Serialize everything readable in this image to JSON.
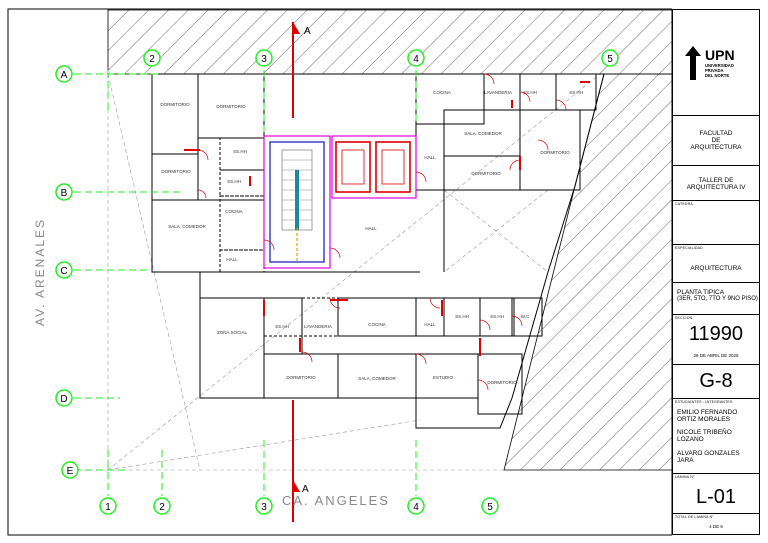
{
  "axes": {
    "letters": [
      "A",
      "B",
      "C",
      "D",
      "E"
    ],
    "numbers_top": [
      "2",
      "3",
      "4",
      "5"
    ],
    "numbers_bottom": [
      "1",
      "2",
      "3",
      "4",
      "5"
    ]
  },
  "section_marker": "A",
  "streets": {
    "left": "AV. ARENALES",
    "bottom": "CA. ANGELES"
  },
  "rooms": {
    "dormitorio": "DORMITORIO",
    "ss_hh": "SS.HH",
    "cocina": "COCINA",
    "lavanderia": "LAVANDERIA",
    "sala_comedor": "SALA, COMEDOR",
    "hall": "HALL",
    "zona_social": "ZONA SOCIAL",
    "estudio": "ESTUDIO",
    "wc": "W.C"
  },
  "title_block": {
    "logo_text": "UPN",
    "logo_sub": [
      "UNIVERSIDAD",
      "PRIVADA",
      "DEL NORTE"
    ],
    "faculty": [
      "FACULTAD",
      "DE",
      "ARQUITECTURA"
    ],
    "course": [
      "TALLER DE",
      "ARQUITECTURA IV"
    ],
    "catedra_label": "CATEDRA",
    "specialty_label": "ESPECIALIDAD",
    "specialty": "ARQUITECTURA",
    "sheet_title": [
      "PLANTA TIPICA",
      "(3ER, 5TO, 7TO Y 9NO PISO)"
    ],
    "section_label": "SECCION",
    "section": "11990",
    "date": "28 DE ABRIL DE 2025",
    "group": "G-8",
    "students_label": "ESTUDIANTES - INTEGRANTES",
    "students": [
      [
        "EMILIO FERNANDO",
        "ORTIZ MORALES"
      ],
      [
        "NICOLE TRIBEÑO",
        "LOZANO"
      ],
      [
        "ALVARO GONZALES",
        "JARA"
      ]
    ],
    "sheet_no_label": "LAMINA N°",
    "sheet_no": "L-01",
    "total_label": "TOTAL DE LAMINA N°",
    "total": "4 DE 6"
  }
}
